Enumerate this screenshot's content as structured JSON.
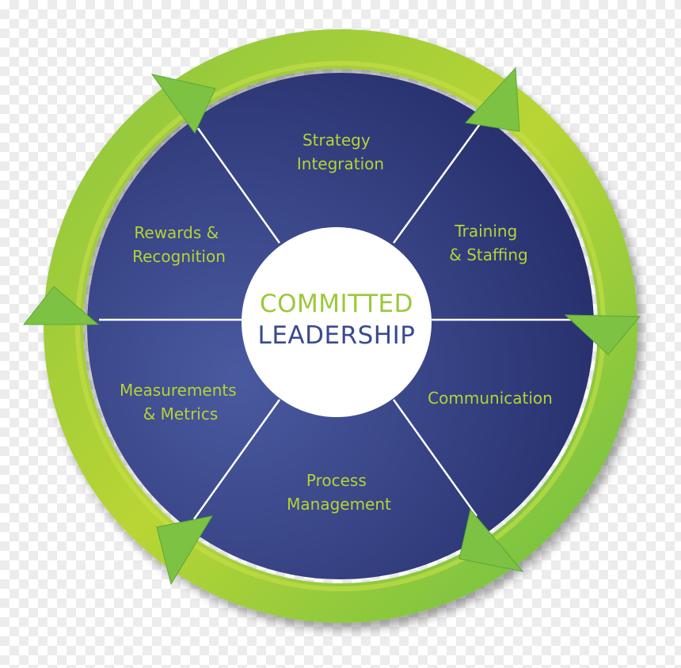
{
  "center": {
    "line1": "COMMITTED",
    "line2": "LEADERSHIP"
  },
  "segments": [
    {
      "id": "strategy",
      "lines": [
        "Strategy",
        "Integration"
      ]
    },
    {
      "id": "training",
      "lines": [
        "Training",
        "& Staffing"
      ]
    },
    {
      "id": "communication",
      "lines": [
        "Communication"
      ]
    },
    {
      "id": "process",
      "lines": [
        "Process",
        "Management"
      ]
    },
    {
      "id": "measurements",
      "lines": [
        "Measurements",
        "& Metrics"
      ]
    },
    {
      "id": "rewards",
      "lines": [
        "Rewards &",
        "Recognition"
      ]
    }
  ],
  "colors": {
    "wheel_dark": "#28306e",
    "wheel_light": "#4a5aa0",
    "ring_green": "#7dc242",
    "ring_lime": "#b9d534",
    "label_text": "#b6d334",
    "center_top_text": "#9cc83a",
    "center_bottom_text": "#3a4a8e",
    "spoke": "#ffffff"
  }
}
